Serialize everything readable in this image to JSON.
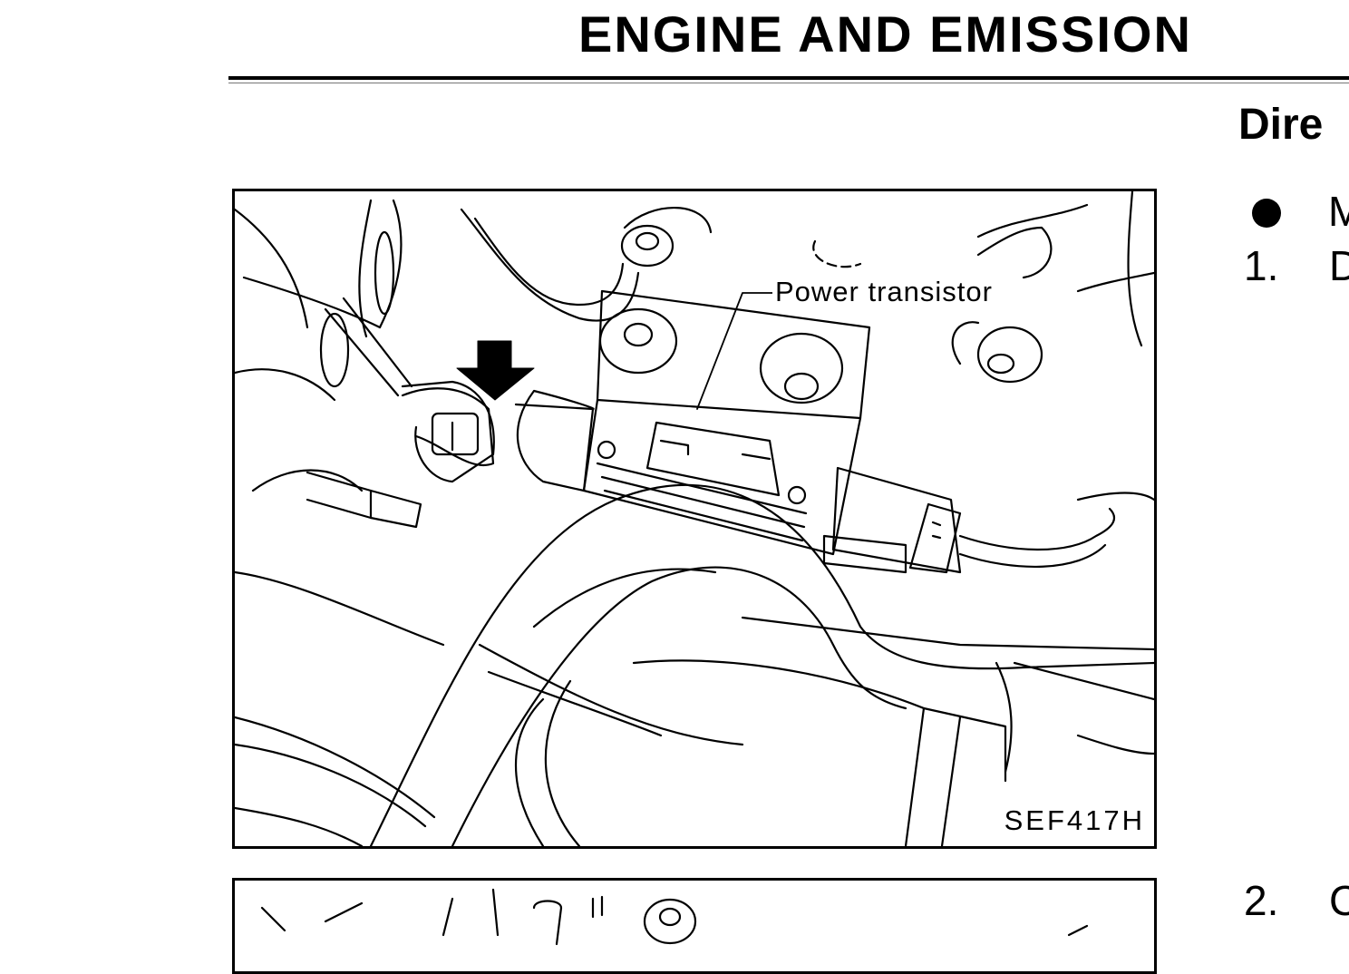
{
  "page": {
    "title": "ENGINE AND EMISSION",
    "section_heading": "Dire",
    "bullet_text": "M",
    "steps": [
      {
        "number": "1.",
        "text": "D"
      },
      {
        "number": "2.",
        "text": "C"
      }
    ]
  },
  "figure_1": {
    "callout_label": "Power transistor",
    "figure_code": "SEF417H",
    "arrow_icon": "down-arrow-icon"
  }
}
